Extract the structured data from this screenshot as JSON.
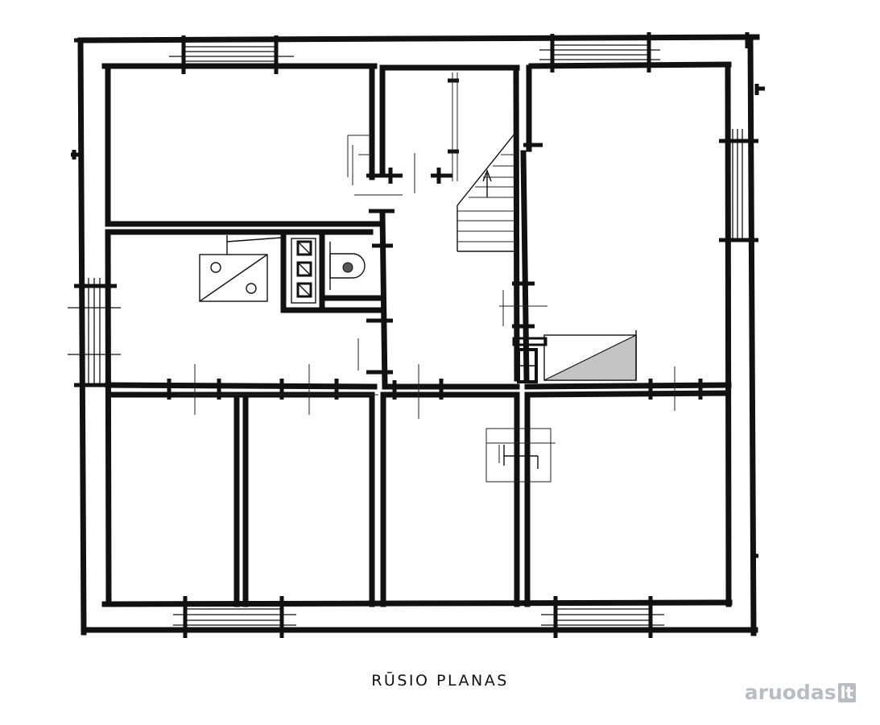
{
  "plan": {
    "title": "RŪSIO PLANAS"
  },
  "watermark": {
    "text": "aruodas",
    "suffix": "lt",
    "color": "#b9bdc2"
  }
}
